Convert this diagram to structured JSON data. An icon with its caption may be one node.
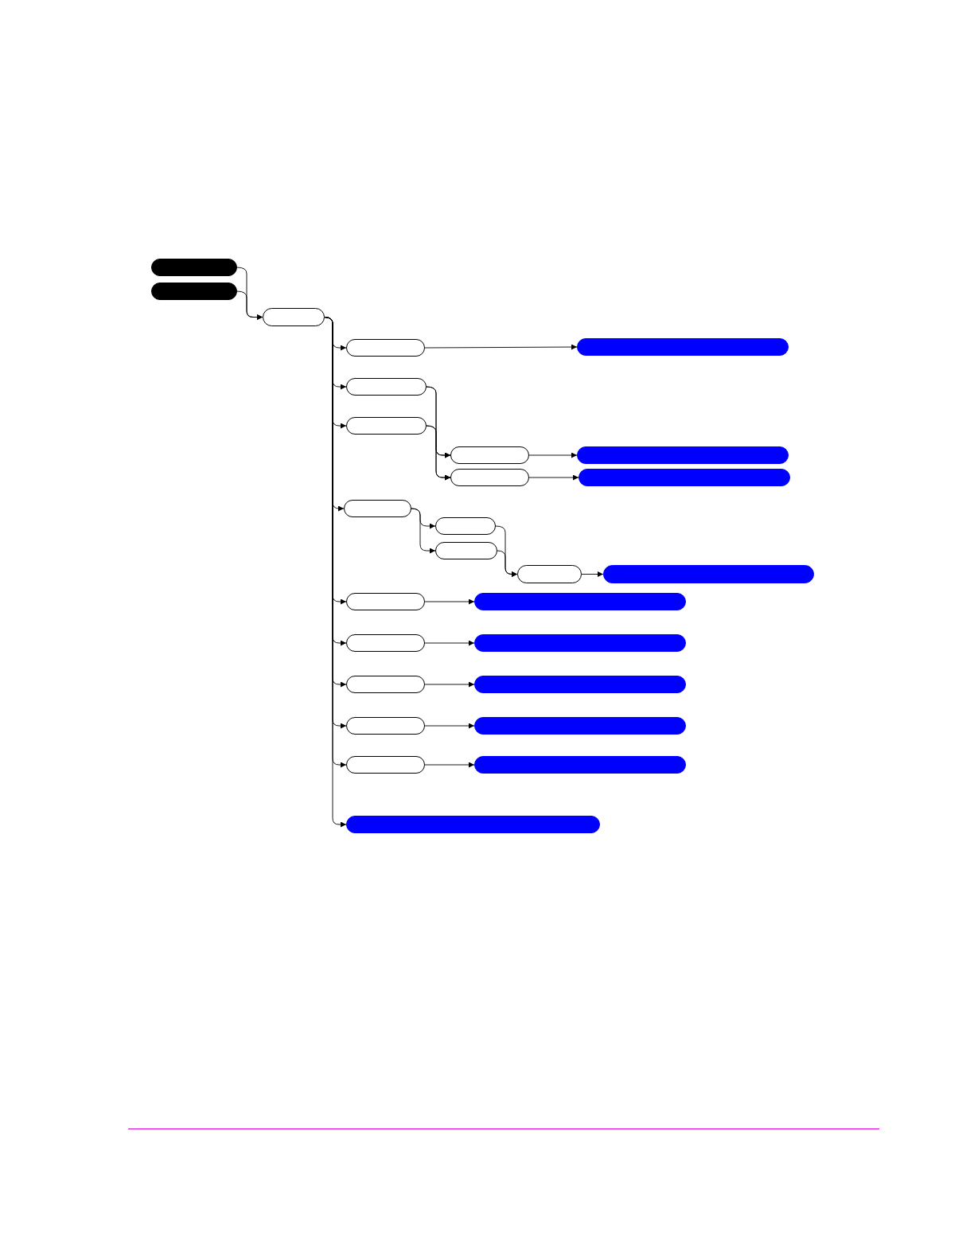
{
  "diagram": {
    "nodes": [
      {
        "text": [],
        "shape": "box"
      },
      {
        "text": [],
        "shape": "box"
      },
      {
        "text": [],
        "shape": "box"
      },
      {
        "text": [],
        "shape": "box"
      },
      {
        "text": [],
        "shape": "box"
      },
      {
        "text": [],
        "shape": "box"
      },
      {
        "text": [],
        "shape": "box"
      },
      {
        "text": [],
        "shape": "box"
      },
      {
        "text": [],
        "shape": "box"
      },
      {
        "text": [],
        "shape": "box"
      },
      {
        "text": [],
        "shape": "box"
      },
      {
        "text": [],
        "shape": "box"
      },
      {
        "text": [],
        "shape": "box"
      },
      {
        "text": [],
        "shape": "box"
      },
      {
        "text": [],
        "shape": "box"
      },
      {
        "text": [],
        "shape": "box"
      },
      {
        "text": [],
        "shape": "box"
      },
      {
        "text": [],
        "shape": "box"
      },
      {
        "text": [],
        "shape": "box"
      },
      {
        "text": [],
        "shape": "box"
      },
      {
        "text": [],
        "shape": "box"
      },
      {
        "text": [],
        "shape": "box"
      },
      {
        "text": [],
        "shape": "box"
      },
      {
        "text": [],
        "shape": "box"
      },
      {
        "text": [],
        "shape": "box"
      },
      {
        "text": [],
        "shape": "box"
      },
      {
        "text": [],
        "shape": "box"
      }
    ],
    "edges": [
      {
        "from": 0,
        "to": 2,
        "arrow": "to"
      },
      {
        "from": 1,
        "to": 2,
        "arrow": "to"
      },
      {
        "from": 2,
        "to": 3,
        "arrow": "to"
      },
      {
        "from": 2,
        "to": 5,
        "arrow": "to"
      },
      {
        "from": 2,
        "to": 6,
        "arrow": "to"
      },
      {
        "from": 2,
        "to": 11,
        "arrow": "to"
      },
      {
        "from": 2,
        "to": 16,
        "arrow": "to"
      },
      {
        "from": 2,
        "to": 18,
        "arrow": "to"
      },
      {
        "from": 2,
        "to": 20,
        "arrow": "to"
      },
      {
        "from": 2,
        "to": 22,
        "arrow": "to"
      },
      {
        "from": 2,
        "to": 24,
        "arrow": "to"
      },
      {
        "from": 2,
        "to": 26,
        "arrow": "to"
      },
      {
        "from": 3,
        "to": 4,
        "arrow": "to"
      },
      {
        "from": 5,
        "to": 7,
        "arrow": "to"
      },
      {
        "from": 5,
        "to": 9,
        "arrow": "to"
      },
      {
        "from": 6,
        "to": 7,
        "arrow": "to"
      },
      {
        "from": 6,
        "to": 9,
        "arrow": "to"
      },
      {
        "from": 7,
        "to": 8,
        "arrow": "to"
      },
      {
        "from": 9,
        "to": 10,
        "arrow": "to"
      },
      {
        "from": 11,
        "to": 12,
        "arrow": "to"
      },
      {
        "from": 11,
        "to": 13,
        "arrow": "to"
      },
      {
        "from": 12,
        "to": 14,
        "arrow": "to"
      },
      {
        "from": 13,
        "to": 14,
        "arrow": "to"
      },
      {
        "from": 14,
        "to": 15,
        "arrow": "to"
      },
      {
        "from": 16,
        "to": 17,
        "arrow": "to"
      },
      {
        "from": 18,
        "to": 19,
        "arrow": "to"
      },
      {
        "from": 20,
        "to": 21,
        "arrow": "to"
      },
      {
        "from": 22,
        "to": 23,
        "arrow": "to"
      },
      {
        "from": 24,
        "to": 25,
        "arrow": "to"
      }
    ]
  }
}
